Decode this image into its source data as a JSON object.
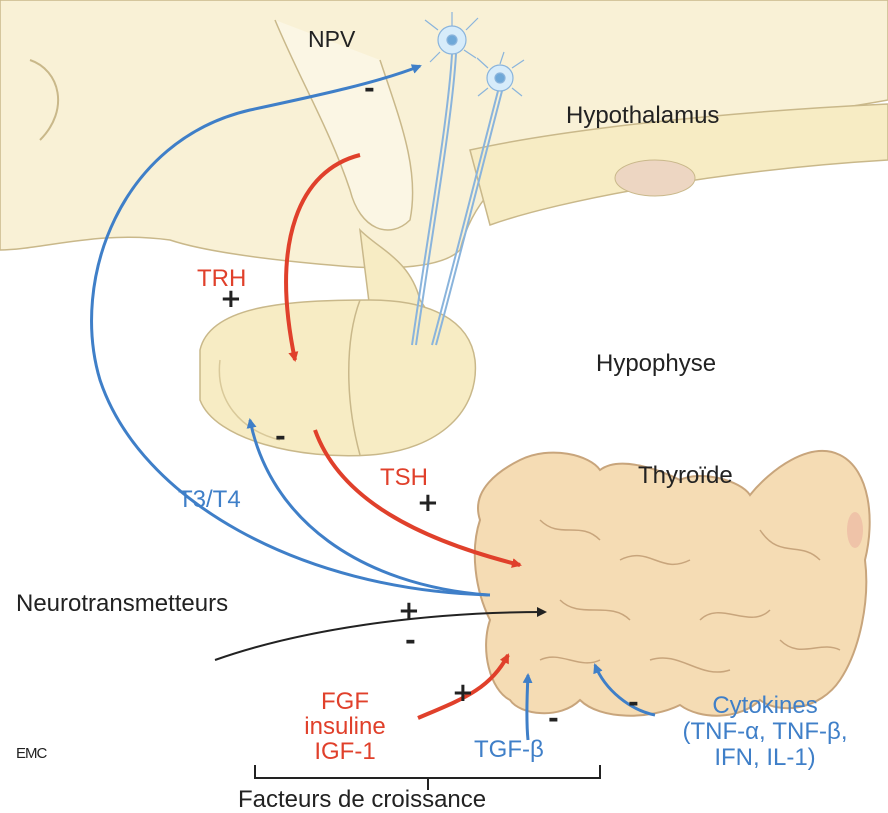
{
  "labels": {
    "npv": "NPV",
    "hypothalamus": "Hypothalamus",
    "trh": "TRH",
    "hypophyse": "Hypophyse",
    "thyroide": "Thyroïde",
    "tsh": "TSH",
    "t3t4": "T3/T4",
    "neurotransmetteurs": "Neurotransmetteurs",
    "fgf": "FGF",
    "insuline": "insuline",
    "igf1": "IGF-1",
    "tgfb": "TGF-β",
    "cytokines_1": "Cytokines",
    "cytokines_2": "(TNF-α, TNF-β,",
    "cytokines_3": "IFN, IL-1)",
    "facteurs": "Facteurs de croissance",
    "emc": "EMC"
  },
  "signs": {
    "npv_minus": "-",
    "trh_plus": "+",
    "pit_minus": "-",
    "tsh_plus": "+",
    "neuro_plus": "+",
    "neuro_minus": "-",
    "fgf_plus": "+",
    "tgf_minus": "-",
    "cyto_minus": "-"
  },
  "colors": {
    "stimulation": "#e0402b",
    "inhibition": "#3f7fc8",
    "neutral": "#222222",
    "tissue": "#f7ecc4",
    "thyroid": "#f5dcb4"
  }
}
